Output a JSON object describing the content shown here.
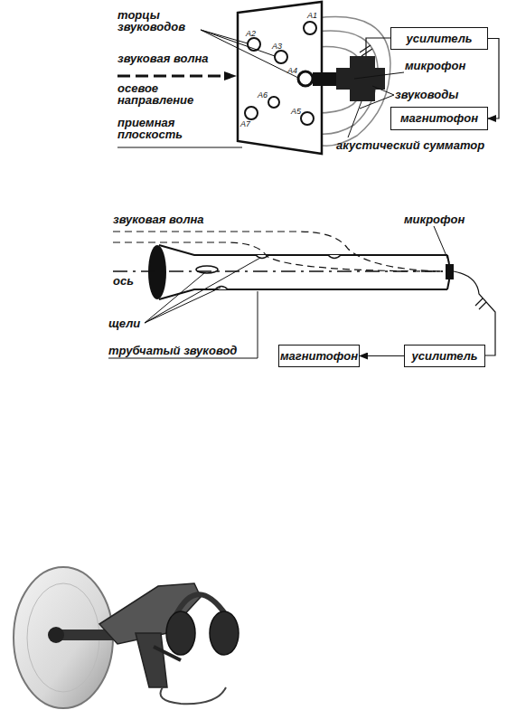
{
  "diagram": {
    "nodes": [
      {
        "text": [
          "усилитель"
        ]
      },
      {
        "text": [
          "магнитофон"
        ]
      },
      {
        "text": [
          "магнитофон"
        ]
      },
      {
        "text": [
          "усилитель"
        ]
      }
    ],
    "edges": [
      {
        "from": 0,
        "to": 1,
        "arrow": "to"
      },
      {
        "from": 3,
        "to": 2,
        "arrow": "to"
      }
    ],
    "labels": [
      "торцы звуководов",
      "звуковая волна",
      "осевое направление",
      "приемная плоскость",
      "A1",
      "A2",
      "A3",
      "A4",
      "A5",
      "A6",
      "A7",
      "микрофон",
      "звуководы",
      "акустический сумматор",
      "звуковая волна",
      "ось",
      "щели",
      "трубчатый звуковод",
      "микрофон"
    ]
  }
}
